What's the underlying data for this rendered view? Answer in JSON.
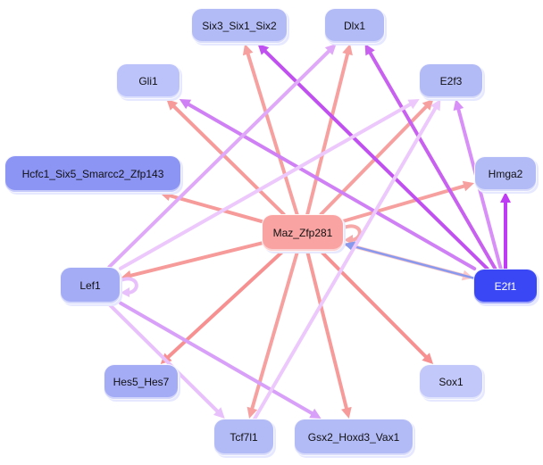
{
  "graph": {
    "type": "regulatory-network",
    "nodes": [
      {
        "id": "six3",
        "label": "Six3_Six1_Six2",
        "color": "#b3bbf7"
      },
      {
        "id": "dlx1",
        "label": "Dlx1",
        "color": "#b3bbf7"
      },
      {
        "id": "gli1",
        "label": "Gli1",
        "color": "#bcc3fa"
      },
      {
        "id": "e2f3",
        "label": "E2f3",
        "color": "#b3bbf7"
      },
      {
        "id": "hcfc1",
        "label": "Hcfc1_Six5_Smarcc2_Zfp143",
        "color": "#8c94f4"
      },
      {
        "id": "hmga2",
        "label": "Hmga2",
        "color": "#b3bbf7"
      },
      {
        "id": "maz",
        "label": "Maz_Zfp281",
        "color": "#f9a3a3"
      },
      {
        "id": "lef1",
        "label": "Lef1",
        "color": "#a5acf6"
      },
      {
        "id": "e2f1",
        "label": "E2f1",
        "color": "#3a47f5",
        "text_color": "#ffffff"
      },
      {
        "id": "hes5",
        "label": "Hes5_Hes7",
        "color": "#a5acf6"
      },
      {
        "id": "sox1",
        "label": "Sox1",
        "color": "#c3c8fa"
      },
      {
        "id": "tcf7l1",
        "label": "Tcf7l1",
        "color": "#b3bbf7"
      },
      {
        "id": "gsx2",
        "label": "Gsx2_Hoxd3_Vax1",
        "color": "#b3bbf7"
      }
    ],
    "edges": [
      {
        "from": "maz",
        "to": "six3",
        "color": "#f7a0a0"
      },
      {
        "from": "maz",
        "to": "dlx1",
        "color": "#f7a0a0"
      },
      {
        "from": "maz",
        "to": "gli1",
        "color": "#f79a9a"
      },
      {
        "from": "maz",
        "to": "hcfc1",
        "color": "#f79a9a"
      },
      {
        "from": "maz",
        "to": "e2f3",
        "color": "#f7a0a0"
      },
      {
        "from": "maz",
        "to": "hmga2",
        "color": "#f7a0a0"
      },
      {
        "from": "maz",
        "to": "lef1",
        "color": "#f79a9a"
      },
      {
        "from": "maz",
        "to": "hes5",
        "color": "#f79090"
      },
      {
        "from": "maz",
        "to": "tcf7l1",
        "color": "#f7a0a0"
      },
      {
        "from": "maz",
        "to": "gsx2",
        "color": "#f79a9a"
      },
      {
        "from": "maz",
        "to": "sox1",
        "color": "#f79090"
      },
      {
        "from": "maz",
        "to": "e2f1",
        "color": "#fdc8c8"
      },
      {
        "from": "maz",
        "to": "maz",
        "color": "#f7a8a8"
      },
      {
        "from": "e2f1",
        "to": "six3",
        "color": "#c050f0"
      },
      {
        "from": "e2f1",
        "to": "dlx1",
        "color": "#c860f0"
      },
      {
        "from": "e2f1",
        "to": "e2f3",
        "color": "#d890f8"
      },
      {
        "from": "e2f1",
        "to": "hmga2",
        "color": "#bf3cf5"
      },
      {
        "from": "e2f1",
        "to": "gli1",
        "color": "#d080f5"
      },
      {
        "from": "e2f1",
        "to": "maz",
        "color": "#8899ee"
      },
      {
        "from": "lef1",
        "to": "dlx1",
        "color": "#e0a8f8"
      },
      {
        "from": "lef1",
        "to": "e2f3",
        "color": "#ecc8fc"
      },
      {
        "from": "lef1",
        "to": "tcf7l1",
        "color": "#e8c0fc"
      },
      {
        "from": "lef1",
        "to": "gsx2",
        "color": "#d8a0f8"
      },
      {
        "from": "lef1",
        "to": "lef1",
        "color": "#e8c0fc"
      },
      {
        "from": "tcf7l1",
        "to": "e2f3",
        "color": "#ecc8fc"
      }
    ]
  }
}
